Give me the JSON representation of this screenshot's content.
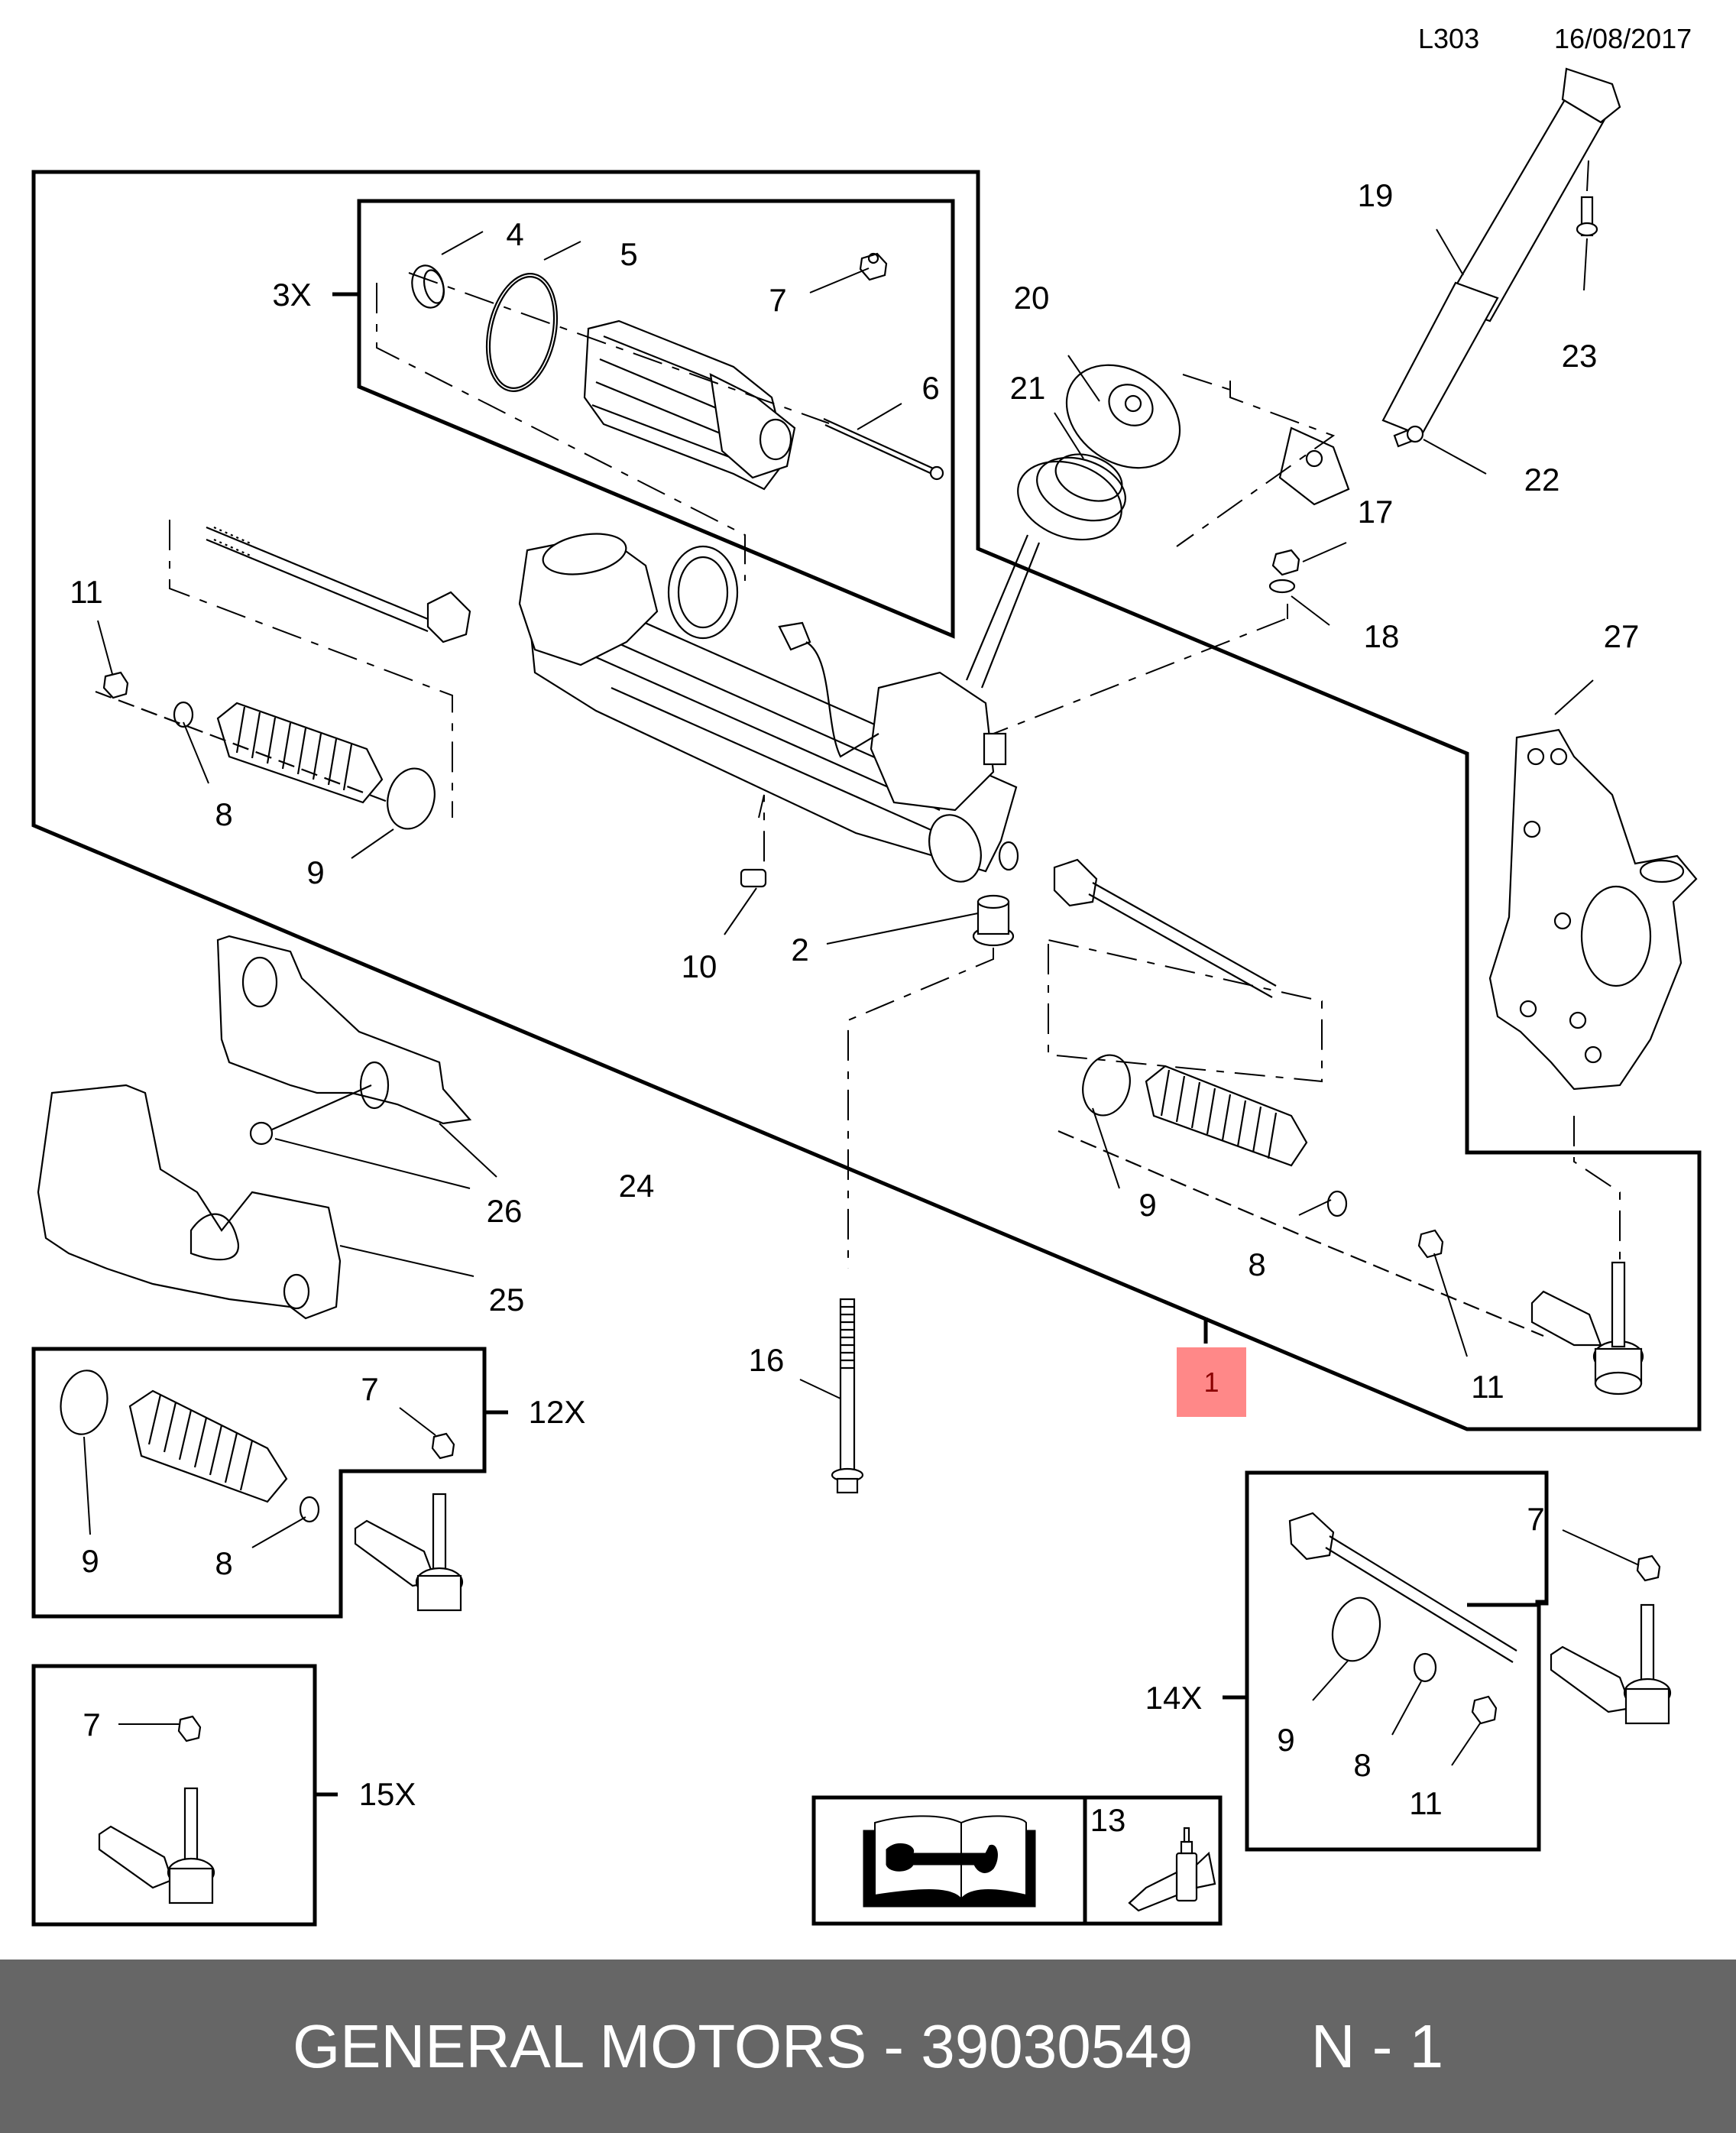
{
  "header": {
    "diagram_code": "L303",
    "date": "16/08/2017"
  },
  "highlighted_part": {
    "number": "1",
    "color": "#ff8888",
    "text_color": "#8b0000"
  },
  "callouts": {
    "c2": "2",
    "c4": "4",
    "c5": "5",
    "c6": "6",
    "c7_motor": "7",
    "c8_left": "8",
    "c9_left": "9",
    "c10": "10",
    "c11_left": "11",
    "c16": "16",
    "c17": "17",
    "c18": "18",
    "c19": "19",
    "c20": "20",
    "c21": "21",
    "c22": "22",
    "c23": "23",
    "c24": "24",
    "c25": "25",
    "c26": "26",
    "c27": "27",
    "c8_right": "8",
    "c9_right": "9",
    "c11_right": "11",
    "c7_kit12": "7",
    "c8_kit12": "8",
    "c9_kit12": "9",
    "c7_kit15": "7",
    "c7_kit14": "7",
    "c8_kit14": "8",
    "c9_kit14": "9",
    "c11_kit14": "11",
    "c13": "13"
  },
  "kits": {
    "motor_kit_qty": "3X",
    "outer_tie_rod_boot_kit_qty": "12X",
    "inner_tie_rod_kit_qty": "14X",
    "outer_tie_rod_kit_qty": "15X"
  },
  "legend_icons": {
    "manual": "service-manual-wrench-icon",
    "adhesive": "threadlocker-bottle-icon"
  },
  "footer": {
    "brand": "GENERAL MOTORS",
    "separator": "-",
    "part_number": "39030549",
    "position": "N - 1",
    "background": "#666666"
  }
}
